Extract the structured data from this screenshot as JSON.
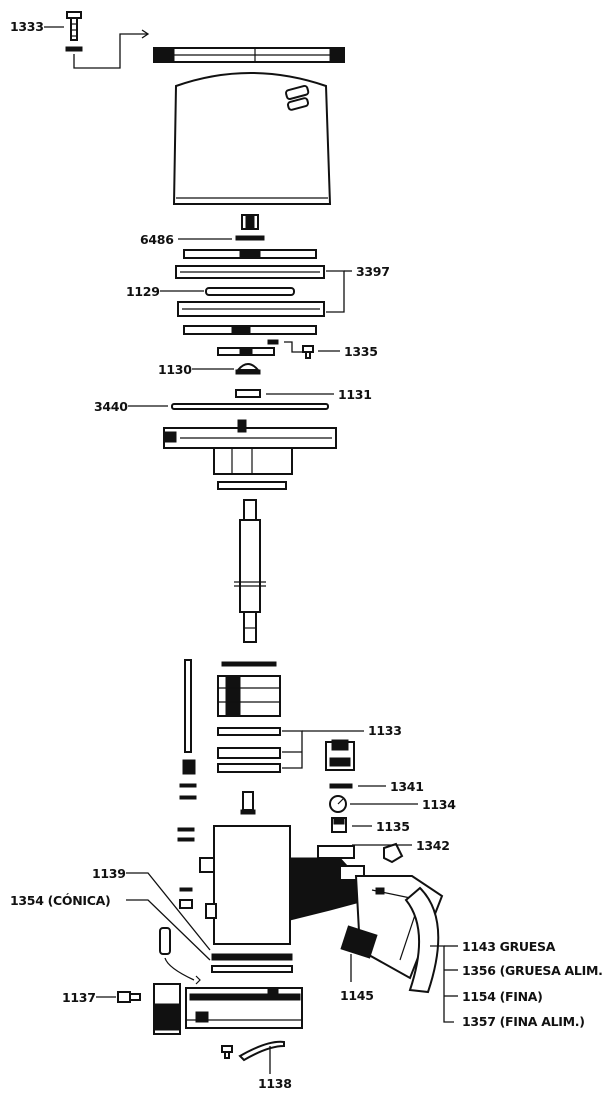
{
  "labels": {
    "p1333": "1333",
    "p6486": "6486",
    "p3397": "3397",
    "p1129": "1129",
    "p1335": "1335",
    "p1130": "1130",
    "p1131": "1131",
    "p3440": "3440",
    "p1133": "1133",
    "p1341": "1341",
    "p1134": "1134",
    "p1135": "1135",
    "p1342": "1342",
    "p1139": "1139",
    "p1354": "1354 (CÓNICA)",
    "p1143": "1143 GRUESA",
    "p1356": "1356 (GRUESA ALIM.)",
    "p1154": "1154 (FINA)",
    "p1357": "1357 (FINA ALIM.)",
    "p1145": "1145",
    "p1137": "1137",
    "p1138": "1138"
  }
}
